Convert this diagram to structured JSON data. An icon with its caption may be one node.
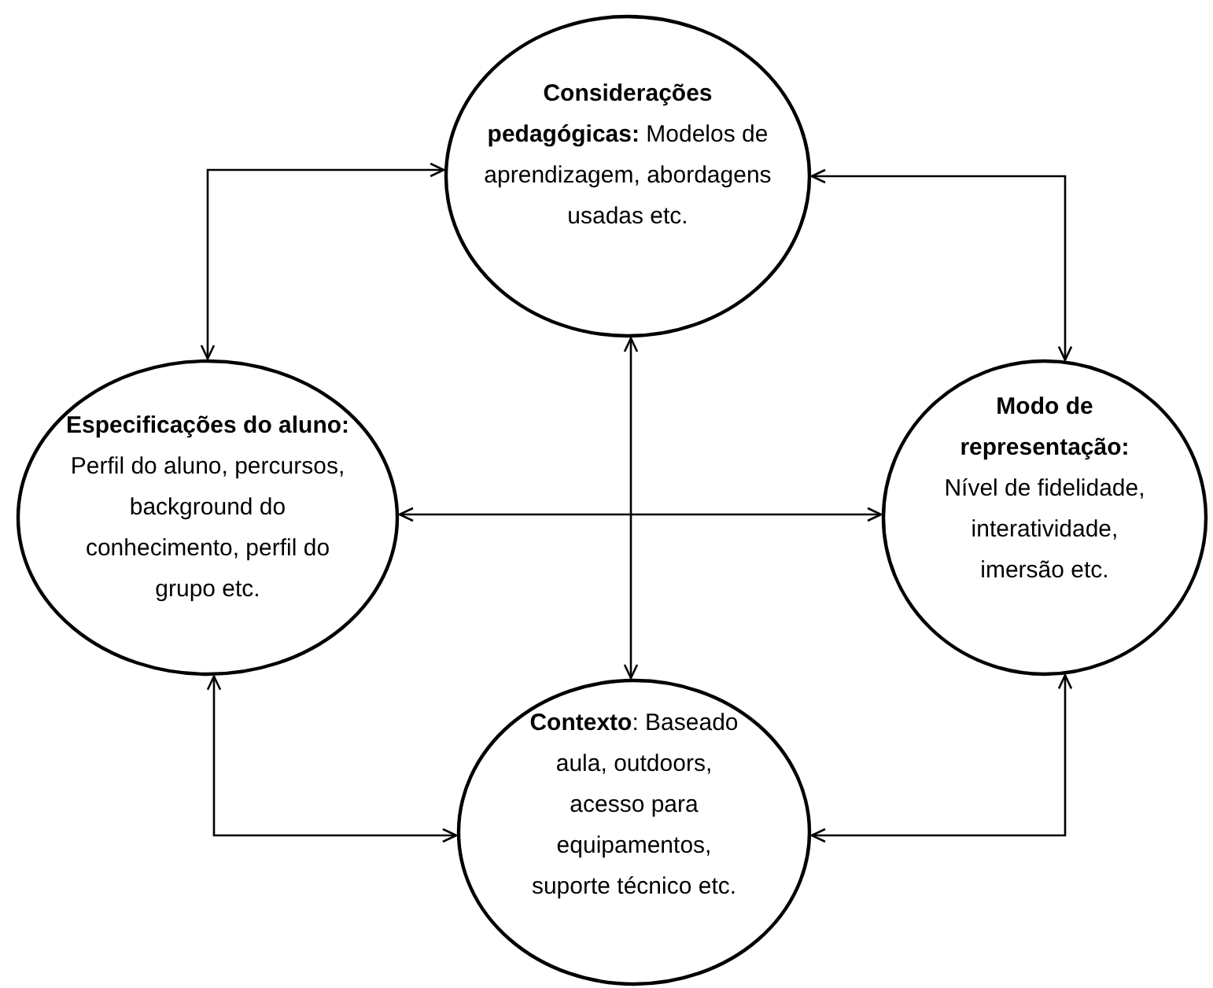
{
  "diagram": {
    "nodes": [
      {
        "text": [
          "**Considerações pedagógicas:** Modelos de aprendizagem, abordagens usadas etc."
        ]
      },
      {
        "text": [
          "**Especificações do aluno:** Perfil do aluno, percursos, background do conhecimento, perfil do grupo etc."
        ]
      },
      {
        "text": [
          "**Modo de representação:** Nível de fidelidade, interatividade, imersão etc."
        ]
      },
      {
        "text": [
          "**Contexto**: Baseado aula, outdoors, acesso para equipamentos, suporte técnico etc."
        ]
      }
    ],
    "edges": [
      {
        "from": 0,
        "to": 1,
        "arrow": "both"
      },
      {
        "from": 0,
        "to": 2,
        "arrow": "both"
      },
      {
        "from": 0,
        "to": 3,
        "arrow": "both"
      },
      {
        "from": 1,
        "to": 2,
        "arrow": "both"
      },
      {
        "from": 1,
        "to": 3,
        "arrow": "both"
      },
      {
        "from": 2,
        "to": 3,
        "arrow": "both"
      }
    ]
  }
}
